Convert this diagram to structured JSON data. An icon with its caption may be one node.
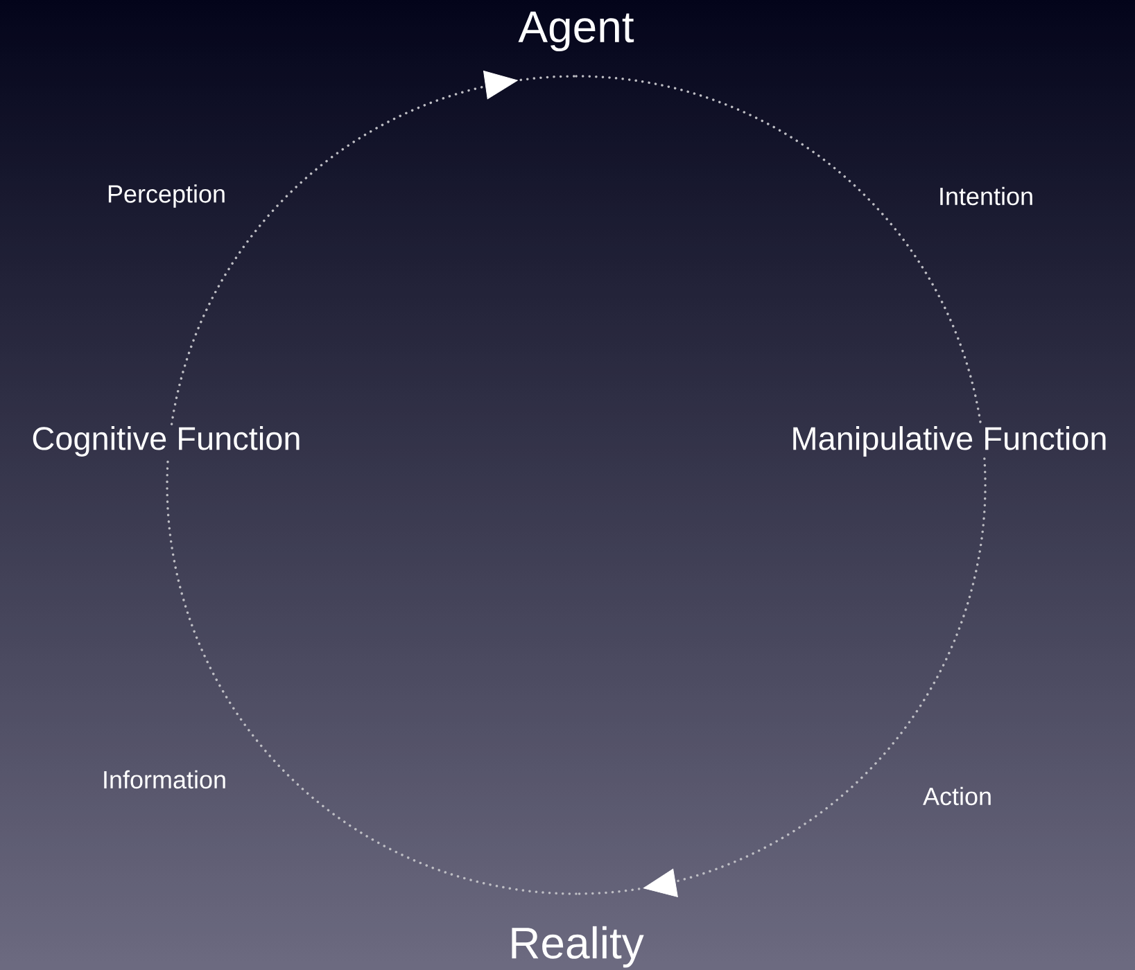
{
  "diagram": {
    "nodes": [
      {
        "text": [
          "Agent"
        ]
      },
      {
        "text": [
          "Reality"
        ]
      },
      {
        "text": [
          "Cognitive Function"
        ]
      },
      {
        "text": [
          "Manipulative Function"
        ]
      }
    ],
    "edges": [
      {
        "from": 2,
        "to": 0,
        "arrow": "to",
        "label": "Perception"
      },
      {
        "from": 0,
        "to": 3,
        "arrow": "none",
        "label": "Intention"
      },
      {
        "from": 3,
        "to": 1,
        "arrow": "to",
        "label": "Action"
      },
      {
        "from": 1,
        "to": 2,
        "arrow": "none",
        "label": "Information"
      }
    ]
  }
}
